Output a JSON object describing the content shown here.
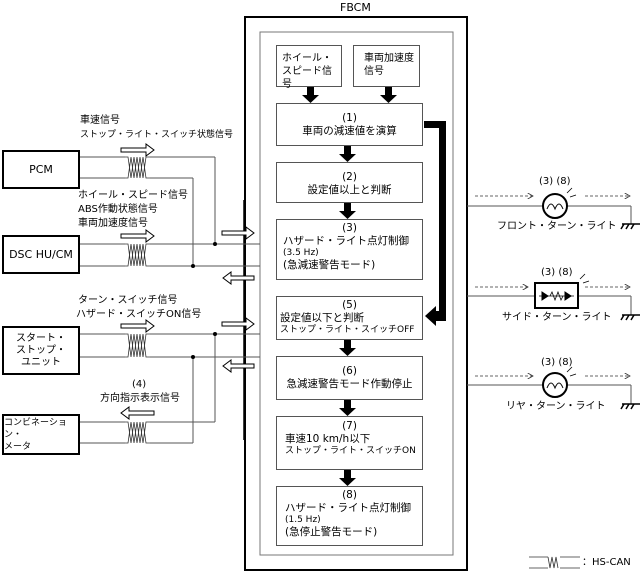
{
  "title": "FBCM",
  "modules": {
    "pcm": "PCM",
    "dsc": "DSC HU/CM",
    "start_stop": [
      "スタート・",
      "ストップ・",
      "ユニット"
    ],
    "combination_meter": [
      "コンビネーション・",
      "メータ"
    ]
  },
  "signals": {
    "pcm_line1": "車速信号",
    "pcm_line2": "ストップ・ライト・スイッチ状態信号",
    "dsc_line1": "ホイール・スピード信号",
    "dsc_line2": "ABS作動状態信号",
    "dsc_line3": "車両加速度信号",
    "ssu_line1": "ターン・スイッチ信号",
    "ssu_line2": "ハザード・スイッチON信号",
    "meter_num": "(4)",
    "meter_line1": "方向指示表示信号"
  },
  "inputs": {
    "wheel_speed": [
      "ホイール・",
      "スピード信号"
    ],
    "vehicle_accel": [
      "車両加速度",
      "信号"
    ]
  },
  "steps": [
    {
      "num": "(1)",
      "lines": [
        "車両の減速値を演算"
      ]
    },
    {
      "num": "(2)",
      "lines": [
        "設定値以上と判断"
      ]
    },
    {
      "num": "(3)",
      "lines": [
        "ハザード・ライト点灯制御",
        "(3.5 Hz)",
        "(急減速警告モード)"
      ]
    },
    {
      "num": "(5)",
      "lines": [
        "設定値以下と判断",
        "ストップ・ライト・スイッチOFF"
      ]
    },
    {
      "num": "(6)",
      "lines": [
        "急減速警告モード作動停止"
      ]
    },
    {
      "num": "(7)",
      "lines": [
        "車速10 km/h以下",
        "ストップ・ライト・スイッチON"
      ]
    },
    {
      "num": "(8)",
      "lines": [
        "ハザード・ライト点灯制御",
        "(1.5 Hz)",
        "(急停止警告モード)"
      ]
    }
  ],
  "outputs": [
    {
      "tag": "(3) (8)",
      "label": "フロント・ターン・ライト",
      "icon": "bulb-icon"
    },
    {
      "tag": "(3) (8)",
      "label": "サイド・ターン・ライト",
      "icon": "led-icon"
    },
    {
      "tag": "(3) (8)",
      "label": "リヤ・ターン・ライト",
      "icon": "bulb-icon"
    }
  ],
  "legend": {
    "label": "：HS-CAN"
  }
}
